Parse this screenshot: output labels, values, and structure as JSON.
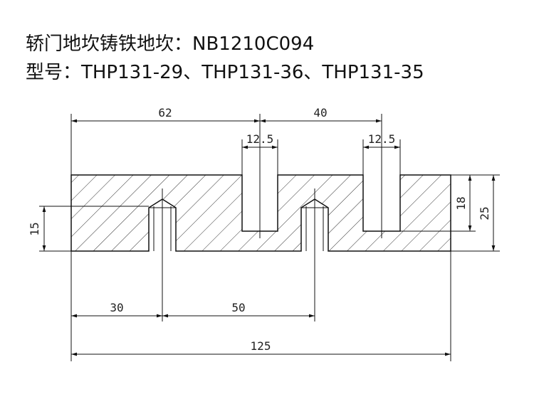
{
  "title": {
    "line1": "轿门地坎铸铁地坎：NB1210C094",
    "line2": "型号：THP131-29、THP131-36、THP131-35"
  },
  "dimensions": {
    "d62": "62",
    "d40": "40",
    "d12_5_left": "12.5",
    "d12_5_right": "12.5",
    "d15": "15",
    "d18": "18",
    "d25": "25",
    "d30": "30",
    "d50": "50",
    "d125": "125"
  },
  "colors": {
    "line": "#111111",
    "hatch": "#333333"
  }
}
